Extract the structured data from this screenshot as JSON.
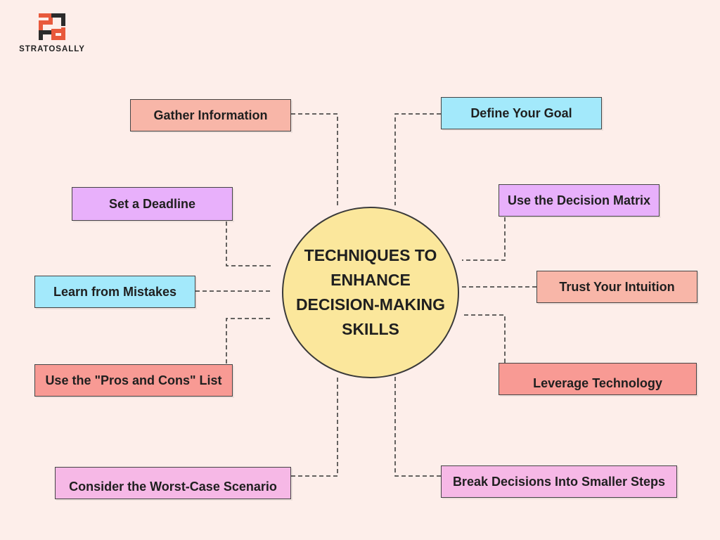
{
  "brand": {
    "name": "STRATOSALLY",
    "mark_colors": [
      "#e8593c",
      "#2b2b2b"
    ]
  },
  "center": {
    "title_lines": [
      "TECHNIQUES TO",
      "ENHANCE",
      "DECISION-MAKING",
      "SKILLS"
    ],
    "fill": "#fbe79c"
  },
  "nodes": [
    {
      "label": "Gather Information",
      "color": "#f8b6a8"
    },
    {
      "label": "Define Your Goal",
      "color": "#a3e9fb"
    },
    {
      "label": "Set a Deadline",
      "color": "#e8b0fb"
    },
    {
      "label": "Use the Decision Matrix",
      "color": "#e8b0fb"
    },
    {
      "label": "Learn from Mistakes",
      "color": "#a3e9fb"
    },
    {
      "label": "Trust Your Intuition",
      "color": "#f8b6a8"
    },
    {
      "label": "Use the \"Pros and Cons\" List",
      "color": "#f89a94"
    },
    {
      "label": "Leverage Technology",
      "color": "#f89a94"
    },
    {
      "label": "Consider the Worst-Case Scenario",
      "color": "#f6b8e6"
    },
    {
      "label": "Break Decisions Into Smaller Steps",
      "color": "#f6b8e6"
    }
  ]
}
